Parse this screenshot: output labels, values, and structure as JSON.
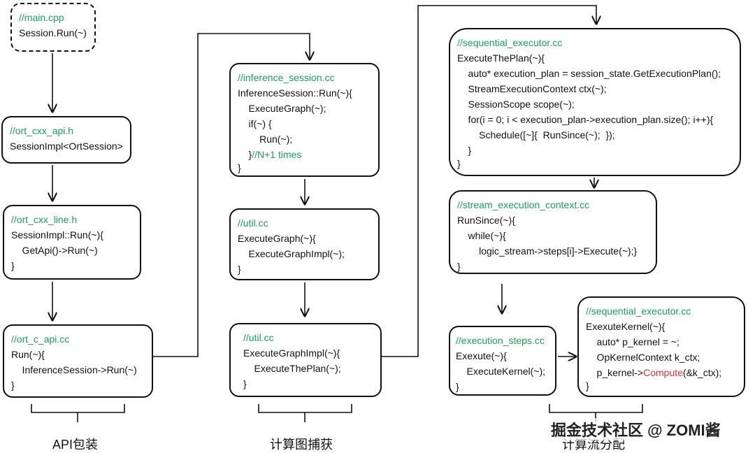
{
  "boxes": {
    "main_cpp": {
      "comment": "//main.cpp",
      "lines": [
        "Session.Run(~)"
      ]
    },
    "ort_cxx_api": {
      "comment": "//ort_cxx_api.h",
      "lines": [
        "SessionImpl<OrtSession>"
      ]
    },
    "ort_cxx_line": {
      "comment": "//ort_cxx_line.h",
      "lines": [
        "SessionImpl::Run(~){",
        "    GetApi()->Run(~)",
        "}"
      ]
    },
    "ort_c_api": {
      "comment": "//ort_c_api.cc",
      "lines": [
        "Run(~){",
        "    InferenceSession->Run(~)",
        "}"
      ]
    },
    "inference_session": {
      "comment": "//inference_session.cc",
      "lines": [
        "InferenceSession::Run(~){",
        "    ExecuteGraph(~);",
        "    if(~) {",
        "        Run(~);",
        "    }"
      ],
      "times_comment": "//N+1 times",
      "close": "}"
    },
    "util_1": {
      "comment": "//util.cc",
      "lines": [
        "ExecuteGraph(~){",
        "    ExecuteGraphImpl(~);",
        "}"
      ]
    },
    "util_2": {
      "comment": "//util.cc",
      "lines": [
        "ExecuteGraphImpl(~){",
        "    ExecuteThePlan(~);",
        "}"
      ]
    },
    "sequential_executor": {
      "comment": "//sequential_executor.cc",
      "lines": [
        "ExecuteThePlan(~){",
        "    auto* execution_plan = session_state.GetExecutionPlan();",
        "    StreamExecutionContext ctx(~);",
        "    SessionScope scope(~);",
        "    for(i = 0; i < execution_plan->execution_plan.size(); i++){",
        "        Schedule([~]{  RunSince(~);  });",
        "    }",
        "}"
      ]
    },
    "stream_execution_context": {
      "comment": "//stream_execution_context.cc",
      "lines": [
        "RunSince(~){",
        "    while(~){",
        "        logic_stream->steps[i]->Execute(~);}",
        "}"
      ]
    },
    "execution_steps": {
      "comment": "//execution_steps.cc",
      "lines": [
        "Exexute(~){",
        "    ExecuteKernel(~);",
        "}"
      ]
    },
    "sequential_executor_2": {
      "comment": "//sequential_executor.cc",
      "lines": [
        "ExexuteKernel(~){",
        "    auto* p_kernel = ~;",
        "    OpKernelContext k_ctx;"
      ],
      "compute_prefix": "    p_kernel->",
      "compute_word": "Compute",
      "compute_suffix": "(&k_ctx);",
      "close": "}"
    }
  },
  "captions": {
    "api": "API包装",
    "graph": "计算图捕获",
    "flow": "计算流分配"
  },
  "watermark": "掘金技术社区 @ ZOMI酱",
  "colors": {
    "comment": "#1aa05a",
    "highlight": "#e0303a",
    "stroke": "#111111"
  }
}
